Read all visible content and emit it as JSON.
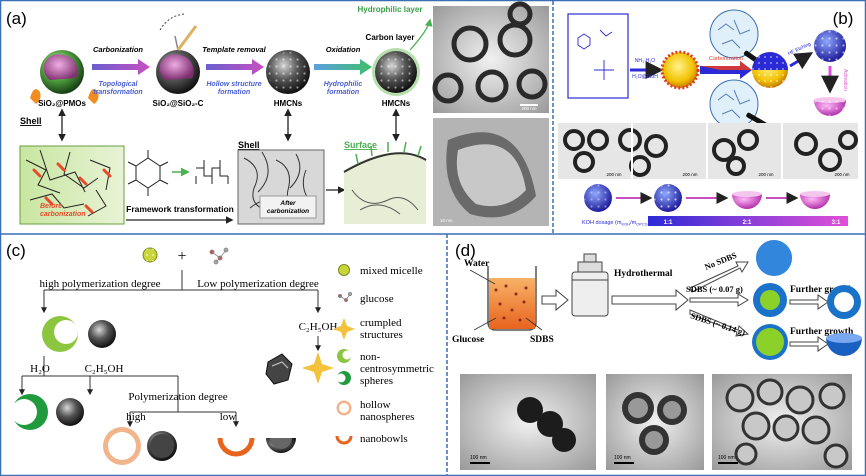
{
  "panel_a": {
    "label": "(a)",
    "sphere_labels": [
      "SiO₂@PMOs",
      "SiO₂@SiO₂-C",
      "HMCNs",
      "HMCNs"
    ],
    "steps": [
      {
        "title": "Carbonization",
        "sub": [
          "Topological",
          "transformation"
        ]
      },
      {
        "title": "Template removal",
        "sub": [
          "Hollow structure",
          "formation"
        ]
      },
      {
        "title": "Oxidation",
        "sub": [
          "Hydrophilic",
          "formation"
        ]
      }
    ],
    "hydrophilic_layer": "Hydrophilic layer",
    "carbon_layer": "Carbon layer",
    "shell1": "Shell",
    "shell2": "Shell",
    "surface": "Surface",
    "before": [
      "Before",
      "carbonization"
    ],
    "after": [
      "After",
      "carbonization"
    ],
    "framework": "Framework transformation",
    "scale1": "200 nm",
    "scale2": "10 nm"
  },
  "panel_b": {
    "label": "(b)",
    "arrow1": [
      "NH₃·H₂O",
      "H₂O@EtoH"
    ],
    "arrow2": "Carbonization",
    "arrow3": "HF Etching",
    "activation": "Activation",
    "scales": [
      "200 nm",
      "200 nm",
      "200 nm",
      "200 nm"
    ],
    "koh_label": "KOH dosage (m",
    "koh_sub": "KOH",
    "koh_sub2": "/m",
    "koh_sub3": "OPCS",
    "ratios": [
      "1:1",
      "2:1",
      "3:1"
    ]
  },
  "panel_c": {
    "label": "(c)",
    "plus": "+",
    "high": "high polymerization degree",
    "low": "Low polymerization degree",
    "etoh_right": "C₂H₅OH",
    "h2o": "H₂O",
    "etoh_left": "C₂H₅OH",
    "poly": "Polymerization degree",
    "poly_high": "high",
    "poly_low": "low",
    "legend": [
      {
        "icon": "mixed-micelle-icon",
        "text": [
          "mixed micelle"
        ]
      },
      {
        "icon": "glucose-icon",
        "text": [
          "glucose"
        ]
      },
      {
        "icon": "crumpled-structure-icon",
        "text": [
          "crumpled",
          "structures"
        ]
      },
      {
        "icon": "non-centrosymmetric-sphere-icon",
        "text": [
          "non-",
          "centrosymmetric",
          "spheres"
        ]
      },
      {
        "icon": "hollow-nanosphere-icon",
        "text": [
          "hollow",
          "nanospheres"
        ]
      },
      {
        "icon": "nanobowl-icon",
        "text": [
          "nanobowls"
        ]
      }
    ],
    "colors": {
      "green": "#2aa84a",
      "lime": "#8cc63f",
      "orange": "#e8641e",
      "peach": "#f2b48a",
      "gold": "#f3c23a"
    }
  },
  "panel_d": {
    "label": "(d)",
    "water": "Water",
    "glucose": "Glucose",
    "sdbs": "SDBS",
    "hydrothermal": "Hydrothermal",
    "no_sdbs": "No SDBS",
    "sdbs_007": "SDBS (~ 0.07 g)",
    "sdbs_014": "SDBS (~ 0.14 g)",
    "further1": "Further growth",
    "further2": "Further growth",
    "scales": [
      "100 nm",
      "100 nm",
      "100 nm"
    ],
    "colors": {
      "blue": "#1a73c8",
      "lime": "#8cd12a",
      "orange": "#f08a2a"
    }
  }
}
